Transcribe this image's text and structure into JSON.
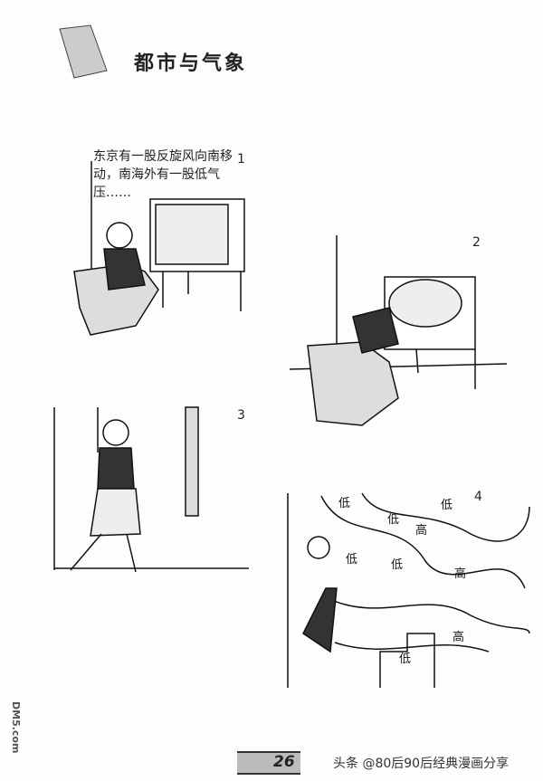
{
  "title": "都市与气象",
  "panels": [
    {
      "number": "1",
      "caption": "东京有一股反旋风向南移动，南海外有一股低气压……"
    },
    {
      "number": "2"
    },
    {
      "number": "3"
    },
    {
      "number": "4",
      "map_labels": {
        "low": "低",
        "high": "高"
      }
    }
  ],
  "footer": {
    "page_number": "26",
    "credit": "头条 @80后90后经典漫画分享",
    "watermark": "DM5.com"
  }
}
